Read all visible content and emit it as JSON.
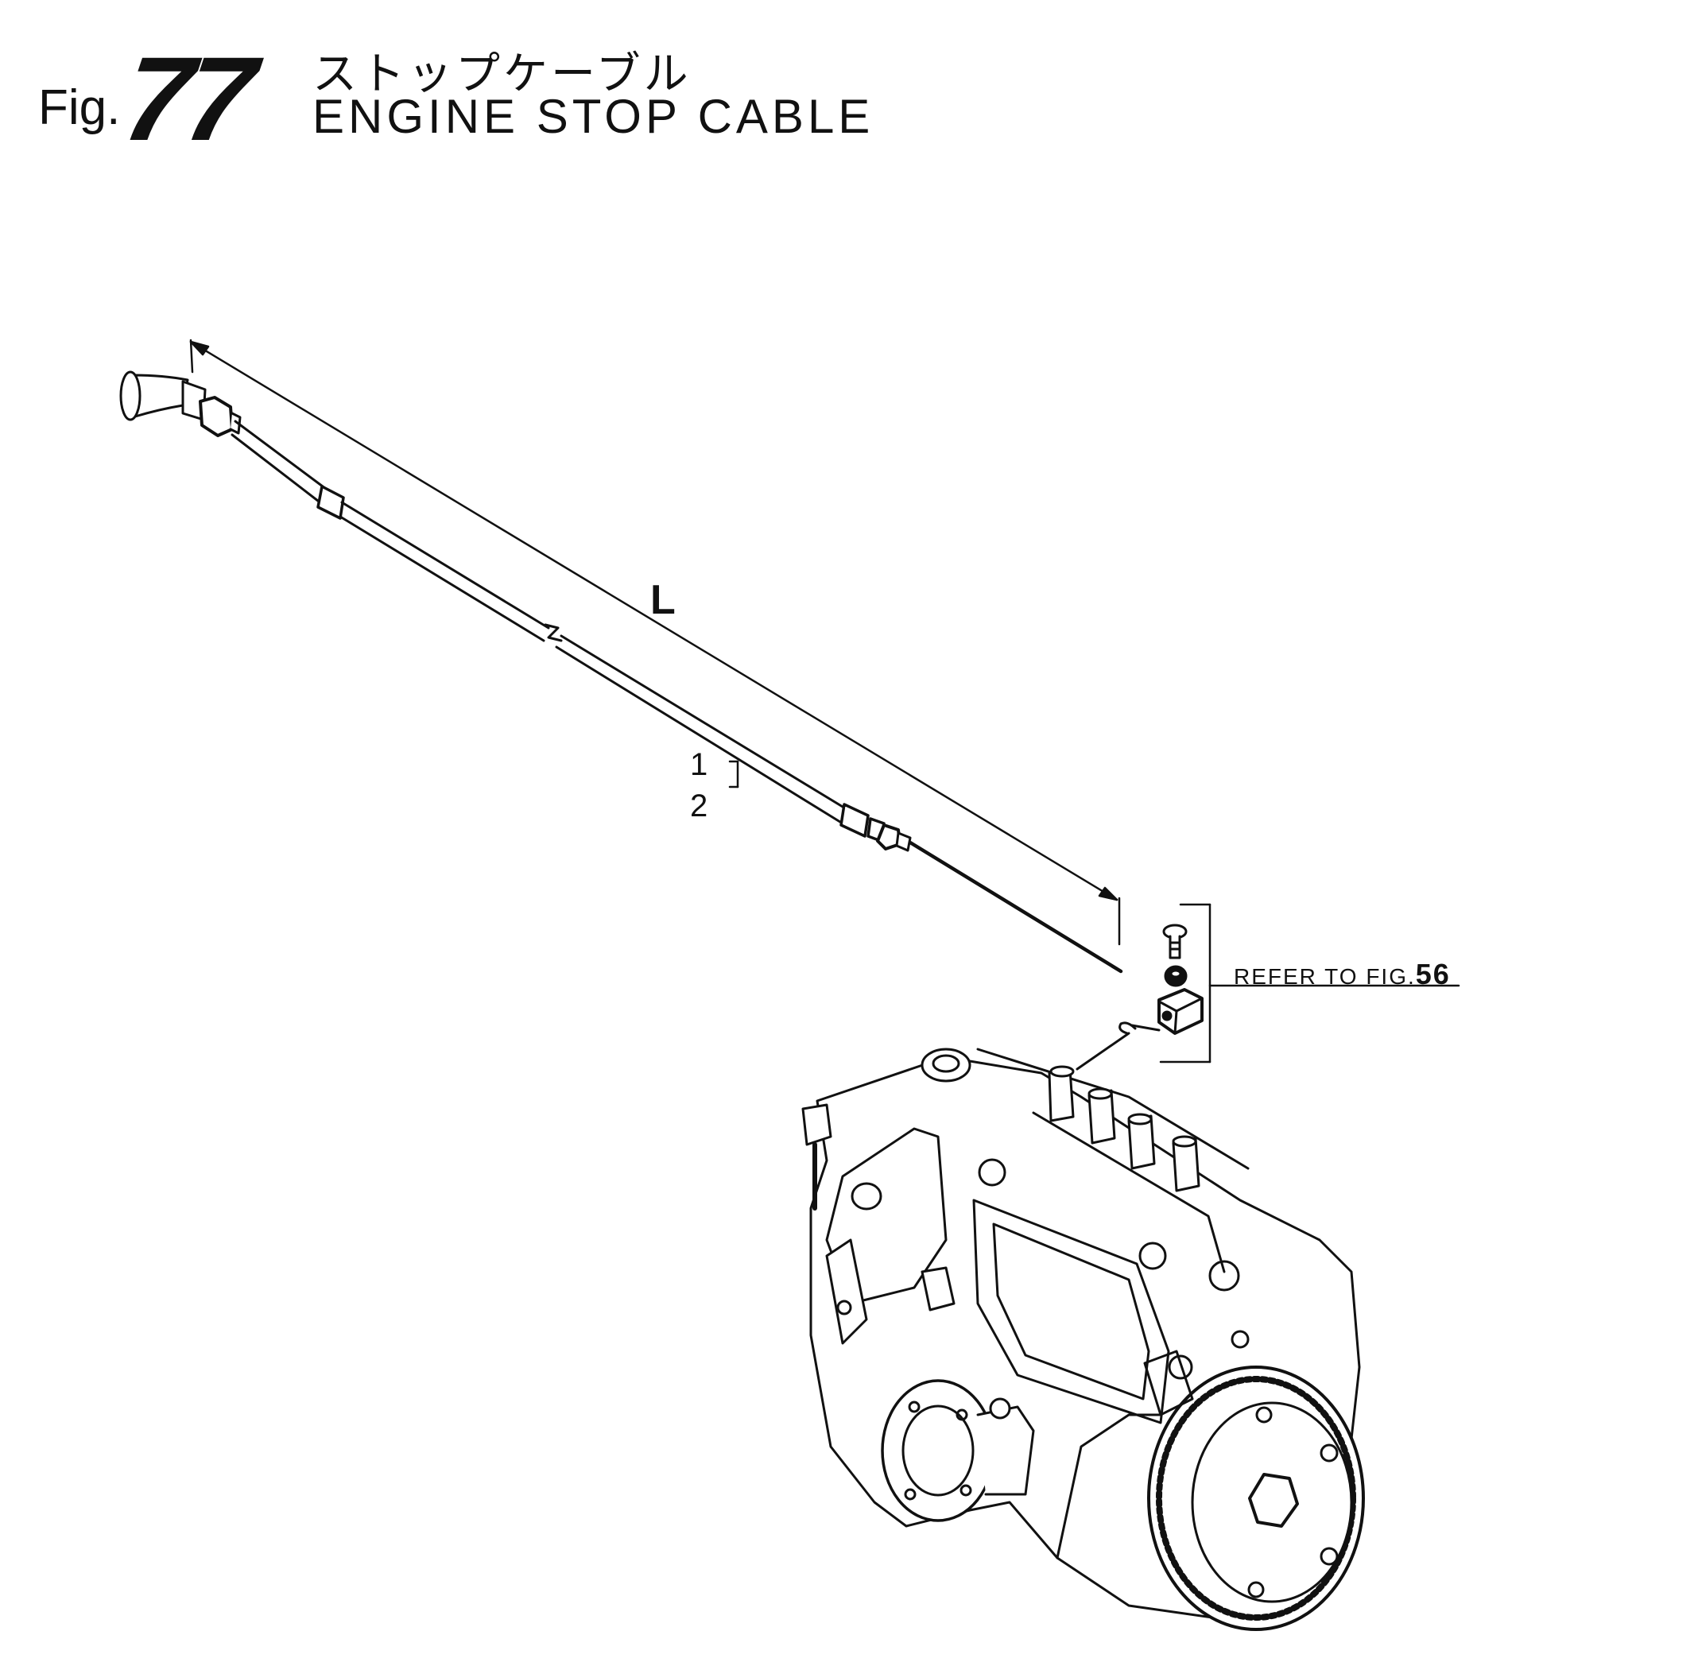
{
  "header": {
    "fig_prefix": "Fig.",
    "fig_number": "77",
    "title_jp": "ストップケーブル",
    "title_en": "ENGINE STOP CABLE"
  },
  "diagram": {
    "dimension_label": "L",
    "callouts": [
      "1",
      "2"
    ],
    "reference_text": "REFER TO FIG.",
    "reference_fig": "56"
  }
}
